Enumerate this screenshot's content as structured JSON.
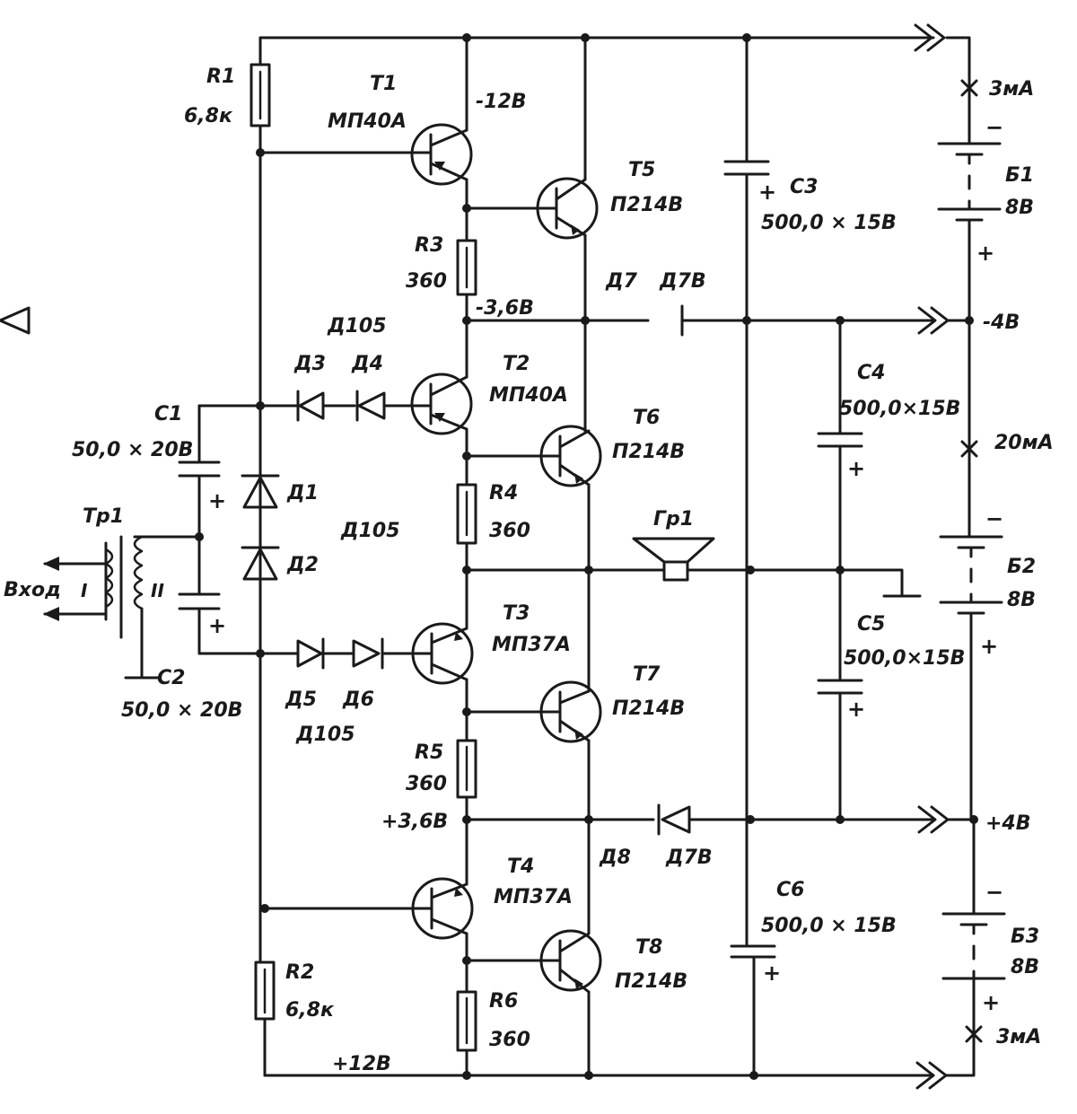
{
  "resistors": [
    {
      "ref": "R1",
      "value": "6,8к"
    },
    {
      "ref": "R2",
      "value": "6,8к"
    },
    {
      "ref": "R3",
      "value": "360"
    },
    {
      "ref": "R4",
      "value": "360"
    },
    {
      "ref": "R5",
      "value": "360"
    },
    {
      "ref": "R6",
      "value": "360"
    }
  ],
  "transistors": [
    {
      "ref": "T1",
      "type": "МП40А"
    },
    {
      "ref": "T2",
      "type": "МП40А"
    },
    {
      "ref": "T3",
      "type": "МП37А"
    },
    {
      "ref": "T4",
      "type": "МП37А"
    },
    {
      "ref": "T5",
      "type": "П214В"
    },
    {
      "ref": "T6",
      "type": "П214В"
    },
    {
      "ref": "T7",
      "type": "П214В"
    },
    {
      "ref": "T8",
      "type": "П214В"
    }
  ],
  "capacitors": [
    {
      "ref": "C1",
      "value": "50,0 × 20В"
    },
    {
      "ref": "C2",
      "value": "50,0 × 20В"
    },
    {
      "ref": "C3",
      "value": "500,0 × 15В"
    },
    {
      "ref": "C4",
      "value": "500,0×15В"
    },
    {
      "ref": "C5",
      "value": "500,0×15В"
    },
    {
      "ref": "C6",
      "value": "500,0 × 15В"
    }
  ],
  "diodes": {
    "d1": "Д1",
    "d2": "Д2",
    "d3": "Д3",
    "d4": "Д4",
    "d5": "Д5",
    "d6": "Д6",
    "d7": "Д7",
    "d8": "Д8",
    "d105_top": "Д105",
    "d105_mid": "Д105",
    "d105_bot": "Д105",
    "d7v_top": "Д7В",
    "d7v_bot": "Д7В"
  },
  "transformer": {
    "ref": "Тр1",
    "primary": "I",
    "secondary": "II",
    "input_label": "Вход"
  },
  "speaker": {
    "ref": "Гр1"
  },
  "batteries": [
    {
      "ref": "Б1",
      "voltage": "8В"
    },
    {
      "ref": "Б2",
      "voltage": "8В"
    },
    {
      "ref": "Б3",
      "voltage": "8В"
    }
  ],
  "voltages": {
    "minus12": "-12В",
    "minus3_6": "-3,6В",
    "plus3_6": "+3,6В",
    "plus12": "+12В",
    "minus4": "-4В",
    "plus4": "+4В"
  },
  "currents": {
    "top": "3мА",
    "mid": "20мА",
    "bottom": "3мА"
  },
  "polarity": {
    "plus": "+",
    "minus": "−"
  }
}
